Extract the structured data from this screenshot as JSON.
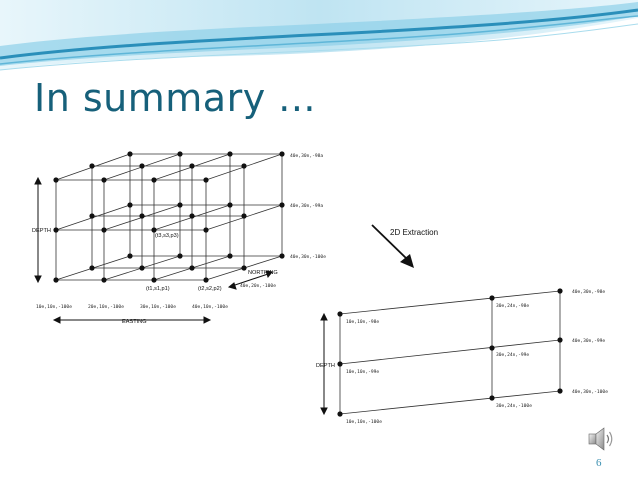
{
  "slide": {
    "title": "In summary ...",
    "page_number": "6",
    "audio_icon": "speaker-icon"
  },
  "left_figure": {
    "axis_depth": "DEPTH",
    "axis_easting": "EASTING",
    "axis_northing": "NORTHING",
    "point_label_1": "(t1,s1,p1)",
    "point_label_2": "(t2,s2,p2)",
    "point_label_3": "(t3,s3,p3)",
    "top_right_labels": [
      "40e,30n,-98a",
      "40e,30n,-99a",
      "40e,30n,-100e",
      "40e,20n,-100e"
    ],
    "bottom_labels": [
      "10e,10n,-100e",
      "20e,10n,-100e",
      "30e,10n,-100e",
      "40e,10n,-100e"
    ]
  },
  "annotation": {
    "extraction_label": "2D Extraction"
  },
  "right_figure": {
    "axis_depth": "DEPTH",
    "left_labels": [
      "10e,10n,-98e",
      "10e,10n,-99e",
      "10e,10n,-100e"
    ],
    "mid_labels": [
      "30e,24n,-98e",
      "30e,24n,-99e",
      "30e,24n,-100e"
    ],
    "right_labels": [
      "40e,30n,-98e",
      "40e,30n,-99e",
      "40e,30n,-100e"
    ]
  },
  "colors": {
    "title": "#16607a",
    "banner_light": "#cdeaf5",
    "banner_mid": "#7cc6e0",
    "banner_dark": "#2a8fba"
  }
}
